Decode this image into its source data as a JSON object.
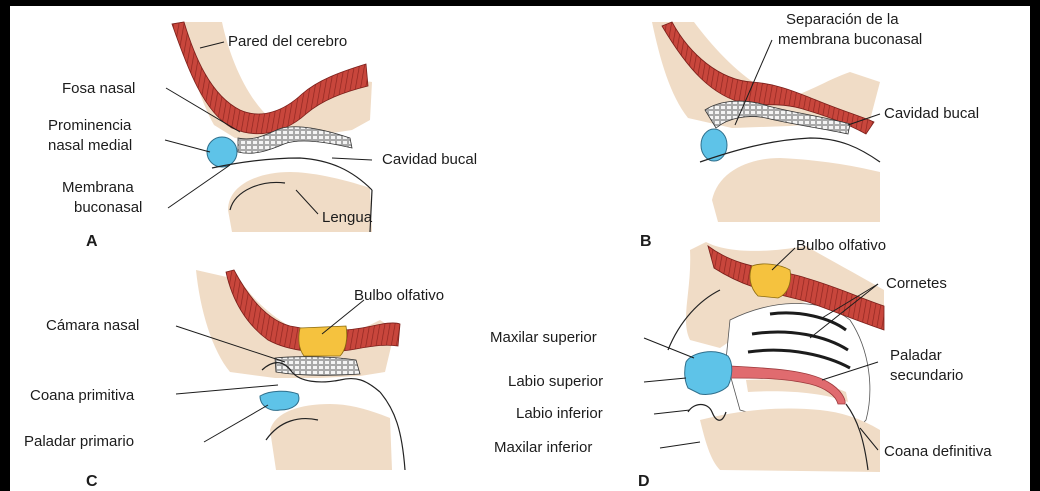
{
  "panels": {
    "A": {
      "letter": "A",
      "labels": {
        "pared_cerebro": "Pared del cerebro",
        "fosa_nasal": "Fosa nasal",
        "prominencia_1": "Prominencia",
        "prominencia_2": "nasal medial",
        "membrana_1": "Membrana",
        "membrana_2": "buconasal",
        "cavidad_bucal": "Cavidad bucal",
        "lengua": "Lengua"
      }
    },
    "B": {
      "letter": "B",
      "labels": {
        "separacion_1": "Separación de la",
        "separacion_2": "membrana buconasal",
        "cavidad_bucal": "Cavidad bucal"
      }
    },
    "C": {
      "letter": "C",
      "labels": {
        "bulbo_olfativo": "Bulbo olfativo",
        "camara_nasal": "Cámara nasal",
        "coana_primitiva": "Coana primitiva",
        "paladar_primario": "Paladar primario"
      }
    },
    "D": {
      "letter": "D",
      "labels": {
        "bulbo_olfativo": "Bulbo olfativo",
        "cornetes": "Cornetes",
        "maxilar_superior": "Maxilar superior",
        "paladar_1": "Paladar",
        "paladar_2": "secundario",
        "labio_superior": "Labio superior",
        "labio_inferior": "Labio inferior",
        "maxilar_inferior": "Maxilar inferior",
        "coana_definitiva": "Coana definitiva"
      }
    }
  },
  "colors": {
    "brain_wall": "#c8463c",
    "tissue": "#f0dcc6",
    "nasal_prominence": "#5ec3e8",
    "olfactory_bulb": "#f5c23e",
    "secondary_palate": "#e06b6f"
  }
}
